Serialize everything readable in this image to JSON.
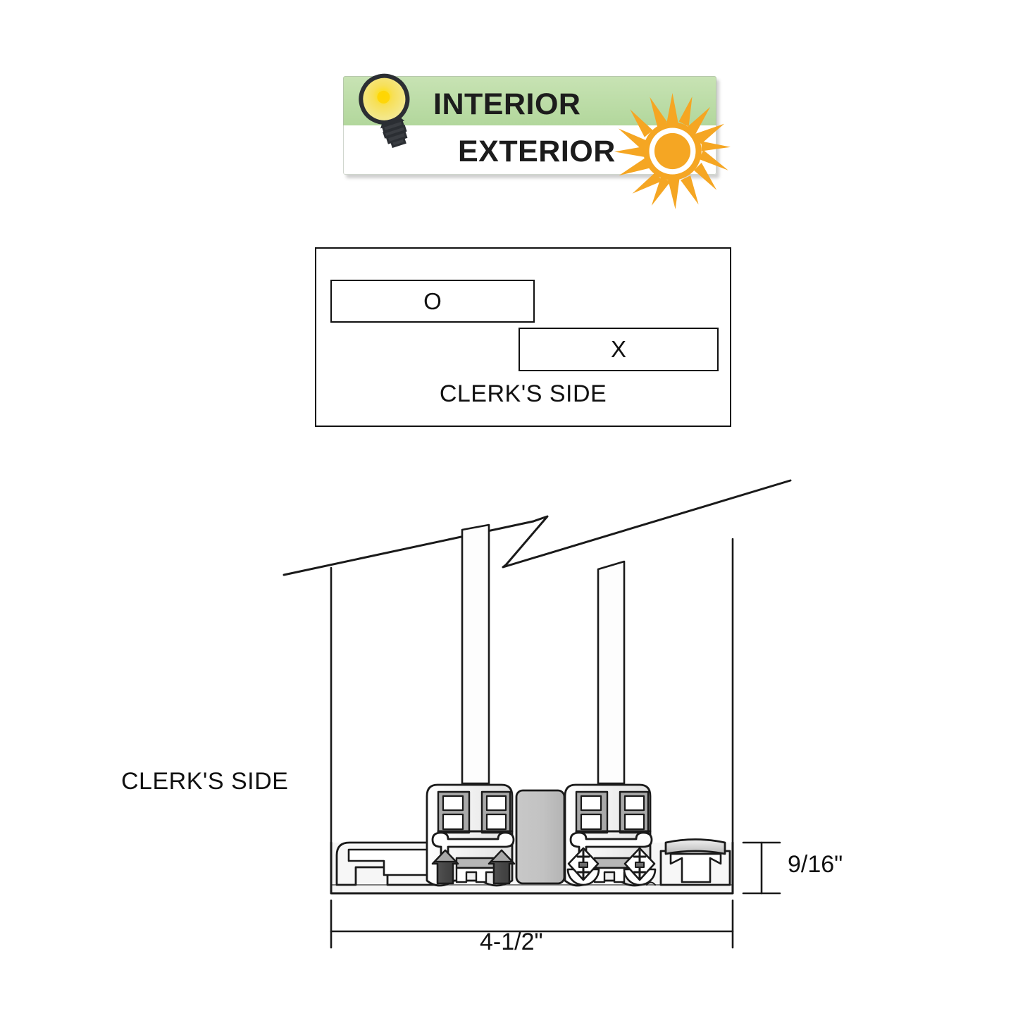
{
  "banner": {
    "interior_label": "INTERIOR",
    "exterior_label": "EXTERIOR",
    "green": "#b2d79c",
    "sun_color": "#f5a623",
    "bulb_color": "#f7e04a",
    "icons": {
      "left": "lightbulb-icon",
      "right": "sun-icon"
    }
  },
  "plan_view": {
    "panels": [
      {
        "id": "o",
        "label": "O"
      },
      {
        "id": "x",
        "label": "X"
      }
    ],
    "side_label": "CLERK'S SIDE"
  },
  "section_view": {
    "side_label": "CLERK'S SIDE",
    "dimensions": {
      "height": "9/16\"",
      "width": "4-1/2\""
    },
    "colors": {
      "outline": "#1a1a1a",
      "frame_fill": "#f5f5f5",
      "center_block": "#c3c3c3",
      "track_gray": "#9a9a9a",
      "dark_part": "#4a4a4a"
    }
  }
}
